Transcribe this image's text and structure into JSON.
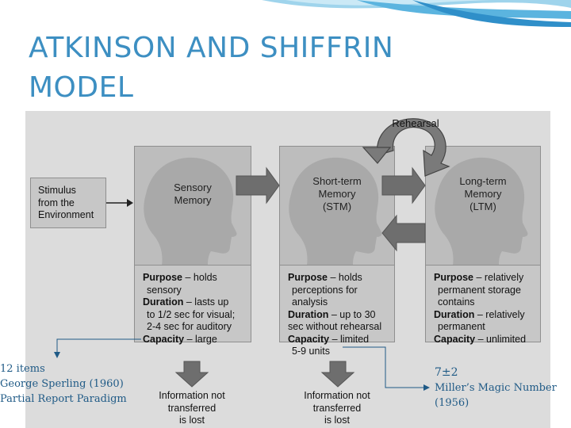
{
  "slide": {
    "title_line1": "ATKINSON AND SHIFFRIN",
    "title_line2": "MODEL"
  },
  "diagram": {
    "stimulus": [
      "Stimulus",
      "from the",
      "Environment"
    ],
    "rehearsal": "Rehearsal",
    "sensory": {
      "label": [
        "Sensory",
        "Memory"
      ],
      "purpose_key": "Purpose",
      "purpose": [
        "– holds",
        "sensory"
      ],
      "duration_key": "Duration",
      "duration": [
        "– lasts up",
        "to 1/2 sec for visual;",
        "2-4 sec for auditory"
      ],
      "capacity_key": "Capacity",
      "capacity": "– large",
      "outcome": [
        "Information not",
        "transferred",
        "is lost"
      ]
    },
    "stm": {
      "label": [
        "Short-term",
        "Memory",
        "(STM)"
      ],
      "purpose_key": "Purpose",
      "purpose": [
        "– holds",
        "perceptions for",
        "analysis"
      ],
      "duration_key": "Duration",
      "duration": [
        "– up to 30",
        "sec without rehearsal"
      ],
      "capacity_key": "Capacity",
      "capacity": [
        "– limited",
        "5-9 units"
      ],
      "outcome": [
        "Information not",
        "transferred",
        "is lost"
      ]
    },
    "ltm": {
      "label": [
        "Long-term",
        "Memory",
        "(LTM)"
      ],
      "purpose_key": "Purpose",
      "purpose": [
        "– relatively",
        "permanent storage",
        "contains"
      ],
      "duration_key": "Duration",
      "duration": [
        "– relatively",
        "permanent"
      ],
      "capacity_key": "Capacity",
      "capacity": "– unlimited"
    }
  },
  "notes": {
    "left": [
      "12 items",
      "George Sperling (1960)",
      "Partial Report Paradigm"
    ],
    "right": [
      "7±2",
      "Miller’s Magic Number",
      "(1956)"
    ]
  },
  "colors": {
    "title": "#3d8fc2",
    "note": "#1f5a86",
    "panel": "#dcdcdc",
    "box": "#c7c7c7",
    "arrow": "#6e6e6e"
  }
}
